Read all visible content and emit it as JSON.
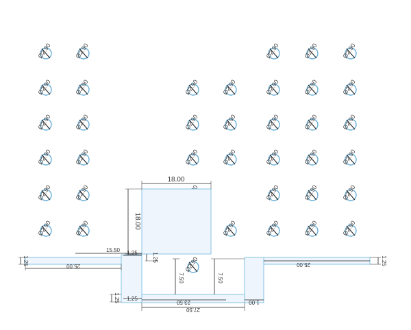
{
  "hole_label": "Ø2.90",
  "dimensions": {
    "square_width": "18.00",
    "square_height": "18.00",
    "left_offset": "15.50",
    "small_offset_top": "1.25",
    "small_offset_right": "1.25",
    "left_flange_height": "1.25",
    "left_flange_length": "25.00",
    "right_flange_length": "25.00",
    "right_flange_height": "1.25",
    "inner_height_left": "7.50",
    "inner_height_right": "7.50",
    "bottom_left_a": "1.25",
    "bottom_left_b": "1.25",
    "bottom_inner": "23.50",
    "bottom_total": "27.50",
    "bottom_right": "1.00"
  },
  "colors": {
    "panel_fill": "#eef5fc",
    "panel_stroke": "#86c3e6",
    "hole_stroke": "#6aaed6"
  }
}
